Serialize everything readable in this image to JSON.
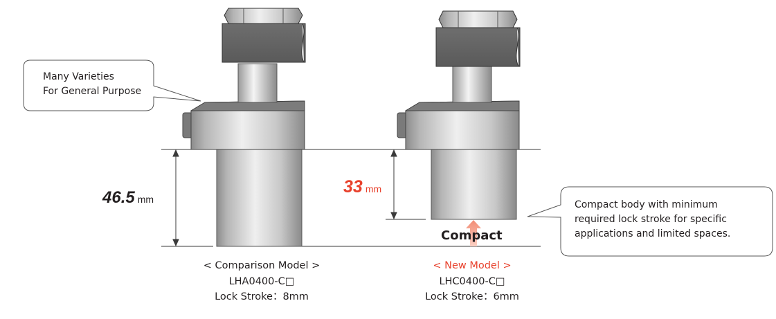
{
  "callouts": {
    "left": {
      "line1": "Many Varieties",
      "line2": "For General Purpose"
    },
    "right": {
      "line1": "Compact body with minimum",
      "line2": "required lock stroke for specific",
      "line3": "applications and limited spaces."
    }
  },
  "dimensions": {
    "comparison": {
      "value": "46.5",
      "unit": "mm"
    },
    "new": {
      "value": "33",
      "unit": "mm"
    }
  },
  "compact_label": "Compact",
  "models": {
    "comparison": {
      "title": "< Comparison Model >",
      "code": "LHA0400-C□",
      "stroke": "Lock Stroke：8mm"
    },
    "new": {
      "title": "< New Model >",
      "code": "LHC0400-C□",
      "stroke": "Lock Stroke：6mm"
    }
  },
  "colors": {
    "accent_red": "#e8412c",
    "arrow_pink": "#f4a08c",
    "line": "#3a3a3a"
  }
}
